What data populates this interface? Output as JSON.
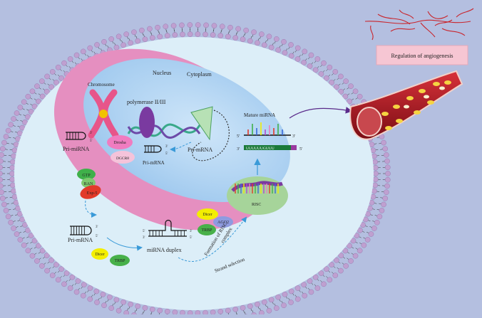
{
  "labels": {
    "nucleus": "Nucleus",
    "cytoplasm": "Cytoplasm",
    "chromosome": "Chromosome",
    "polymerase": "polymerase II/III",
    "pri_mirna_nucleus": "Pri-mRNA",
    "pri_mirna_left": "Pri-miRNA",
    "pre_mirna_nucleus": "Pri-mRNA",
    "drosha": "Drosha",
    "dgcr8": "DGCR8",
    "gtp": "GTP",
    "ran": "RAN",
    "exportin": "Exp-5",
    "pre_mirna_cyto": "Pri-mRNA",
    "dicer_1": "Dicer",
    "trbp_1": "TRBP",
    "mirna_duplex": "miRNA duplex",
    "dicer_2": "Dicer",
    "ago2": "AGO2",
    "trbp_2": "TRBP",
    "formation_risc": "Formation of RISC",
    "complex": "complex",
    "strand_selection": "Strand selection",
    "risc": "RISC",
    "mature_mirna": "Mature miRNA",
    "regulation": "Regulation of angiogenesis",
    "p5": "5'",
    "p3": "3'",
    "seq": "UUUUUUGUUU"
  },
  "colors": {
    "background": "#b4bfe0",
    "membrane_head": "#bfa0d0",
    "cell_inner": "#dceef8",
    "nucleus_pink": "#e58fc0",
    "nucleus_inner": "#a9d2f0",
    "drosha": "#f07cc0",
    "dicer": "#f3ee00",
    "trbp": "#47b04a",
    "ago2": "#8e9be0",
    "gtp": "#3fb04a",
    "exportin": "#e23a2a",
    "risc": "#a6d49a",
    "regulation_box": "#f6c6d3",
    "vessel": "#b11a22",
    "arrow": "#3a9ad8",
    "purple_arrow": "#5a2a8a"
  }
}
